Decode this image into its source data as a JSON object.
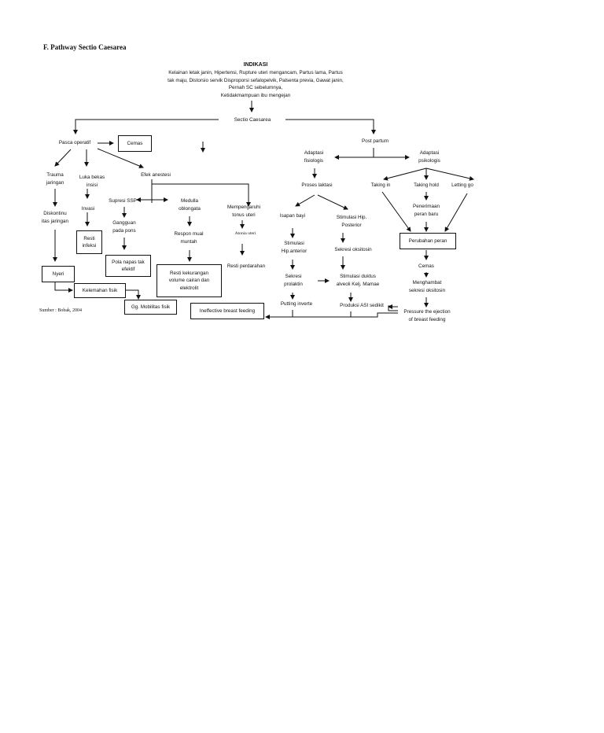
{
  "section_title": "F. Pathway Sectio Caesarea",
  "indikasi": {
    "heading": "INDIKASI",
    "text": "Kelainan letak janin, Hipertensi, Rupture uteri mengancam, Partus lama, Partus\ntak maju, Distorsio servik Disproporsi sefalopelvik, Palsenta previa, Gawat janin,\nPernah SC sebelumnya,\nKetidakmampuan ibu mengejan"
  },
  "source": "Sumber : Bobak, 2004",
  "nodes": {
    "sectio": "Sectio Caesarea",
    "pasca_operatif": "Pasca operatif",
    "cemas_1": "Cemas",
    "post_partum": "Post partum",
    "adaptasi_fisiologis": "Adaptasi\nfisiologis",
    "adaptasi_psikologis": "Adaptasi\npsikologis",
    "trauma_jaringan": "Trauma\njaringan",
    "luka_bekas_insisi": "Luka bekas\ninsisi",
    "efek_anestesi": "Efek anestesi",
    "proses_laktasi": "Proses laktasi",
    "taking_in": "Taking in",
    "taking_hold": "Taking hold",
    "letting_go": "Letting go",
    "supresi_ssp": "Supresi SSP",
    "medulla_oblongata": "Medulla\noblongata",
    "mempengaruhi_tonus": "Mempengaruhi\ntonus uteri",
    "diskontinuitas": "Diskontinu\nitas jaringan",
    "invasi": "Invasi",
    "gangguan_pons": "Gangguan\npada pons",
    "isapan_bayi": "Isapan bayi",
    "stimulasi_hip_posterior": "Stimulasi Hip.\nPosterior",
    "penerimaan_peran": "Penerimaan\nperan baru",
    "atonia_uteri": "Atonia uteri",
    "resti_infeksi": "Resti\ninfeksi",
    "respon_mual": "Respon mual\nmuntah",
    "perubahan_peran": "Perubahan peran",
    "stimulasi_hip_anterior": "Stimulasi\nHip.anterior",
    "sekresi_oksitosin": "Sekresi oksitosin",
    "pola_napas": "Pola napas tak\nefektif",
    "resti_perdarahan": "Resti perdarahan",
    "cemas_2": "Cemas",
    "nyeri": "Nyeri",
    "resti_kekurangan": "Resti kekurangan\nvolume cairan dan\nelektrolit",
    "sekresi_prolaktin": "Sekresi\nprolaktin",
    "stimulasi_duktus": "Stimulasi duktus\nalveoli Kelj. Mamae",
    "menghambat_oksitosin": "Menghambat\nsekresi oksitosin",
    "kelemahan_fisik": "Kelemahan fisik",
    "putting_inverte": "Putting inverte",
    "produksi_asi": "Produksi ASI sedikit",
    "gg_mobilitas": "Gg. Mobilitas fisik",
    "ineffective_bf": "Ineffective breast feeding",
    "pressure_ejection": "Pressure the ejection\nof breast feeding"
  }
}
